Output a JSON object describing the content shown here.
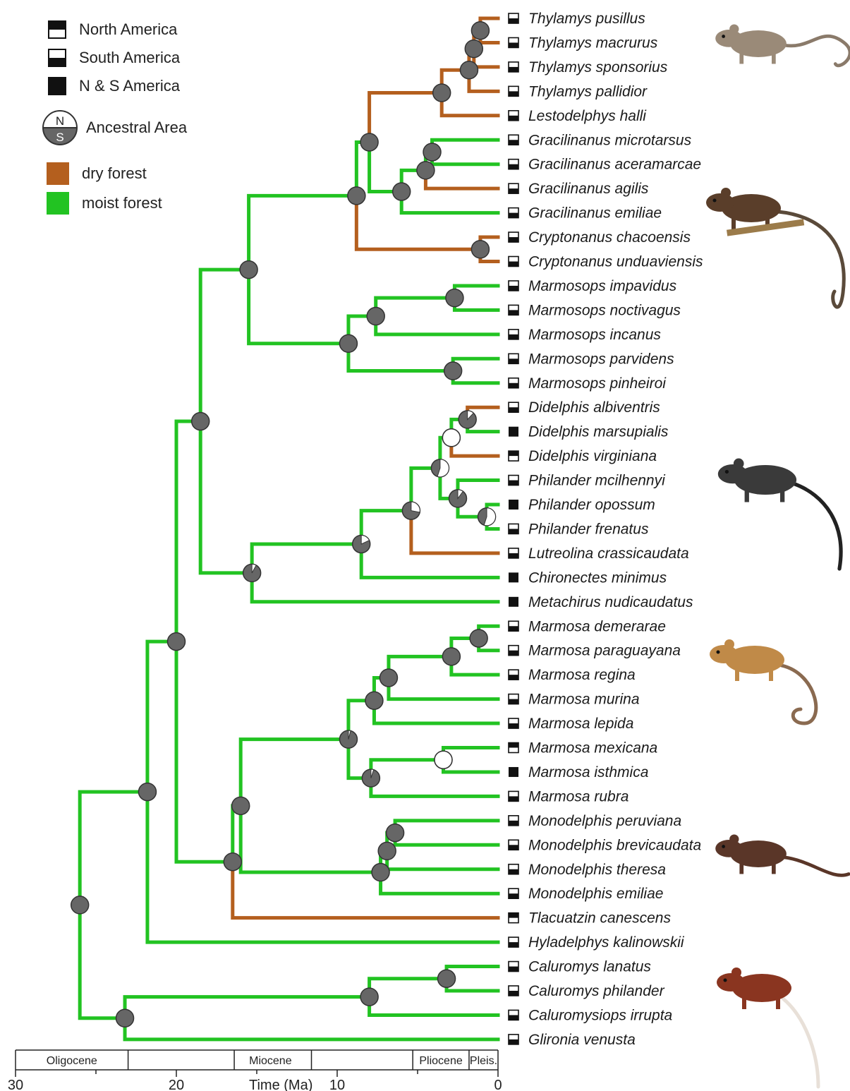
{
  "legend": {
    "areas": [
      {
        "key": "N",
        "label": "North America"
      },
      {
        "key": "S",
        "label": "South America"
      },
      {
        "key": "NS",
        "label": "N & S America"
      }
    ],
    "ancestral": {
      "label": "Ancestral Area",
      "n": "N",
      "s": "S"
    },
    "habitats": [
      {
        "key": "dry",
        "label": "dry forest",
        "color": "#B45F1E"
      },
      {
        "key": "moist",
        "label": "moist forest",
        "color": "#22C322"
      }
    ]
  },
  "taxa": [
    {
      "name": "Thylamys pusillus",
      "area": "S",
      "habitat": "dry"
    },
    {
      "name": "Thylamys macrurus",
      "area": "S",
      "habitat": "dry"
    },
    {
      "name": "Thylamys sponsorius",
      "area": "S",
      "habitat": "dry"
    },
    {
      "name": "Thylamys pallidior",
      "area": "S",
      "habitat": "dry"
    },
    {
      "name": "Lestodelphys halli",
      "area": "S",
      "habitat": "dry"
    },
    {
      "name": "Gracilinanus microtarsus",
      "area": "S",
      "habitat": "moist"
    },
    {
      "name": "Gracilinanus aceramarcae",
      "area": "S",
      "habitat": "moist"
    },
    {
      "name": "Gracilinanus agilis",
      "area": "S",
      "habitat": "dry"
    },
    {
      "name": "Gracilinanus emiliae",
      "area": "S",
      "habitat": "moist"
    },
    {
      "name": "Cryptonanus chacoensis",
      "area": "S",
      "habitat": "dry"
    },
    {
      "name": "Cryptonanus unduaviensis",
      "area": "S",
      "habitat": "dry"
    },
    {
      "name": "Marmosops impavidus",
      "area": "S",
      "habitat": "moist"
    },
    {
      "name": "Marmosops noctivagus",
      "area": "S",
      "habitat": "moist"
    },
    {
      "name": "Marmosops incanus",
      "area": "S",
      "habitat": "moist"
    },
    {
      "name": "Marmosops parvidens",
      "area": "S",
      "habitat": "moist"
    },
    {
      "name": "Marmosops pinheiroi",
      "area": "S",
      "habitat": "moist"
    },
    {
      "name": "Didelphis albiventris",
      "area": "S",
      "habitat": "dry"
    },
    {
      "name": "Didelphis marsupialis",
      "area": "NS",
      "habitat": "moist"
    },
    {
      "name": "Didelphis virginiana",
      "area": "N",
      "habitat": "dry"
    },
    {
      "name": "Philander mcilhennyi",
      "area": "S",
      "habitat": "moist"
    },
    {
      "name": "Philander opossum",
      "area": "NS",
      "habitat": "moist"
    },
    {
      "name": "Philander frenatus",
      "area": "S",
      "habitat": "moist"
    },
    {
      "name": "Lutreolina crassicaudata",
      "area": "S",
      "habitat": "dry"
    },
    {
      "name": "Chironectes minimus",
      "area": "NS",
      "habitat": "moist"
    },
    {
      "name": "Metachirus nudicaudatus",
      "area": "NS",
      "habitat": "moist"
    },
    {
      "name": "Marmosa demerarae",
      "area": "S",
      "habitat": "moist"
    },
    {
      "name": "Marmosa paraguayana",
      "area": "S",
      "habitat": "moist"
    },
    {
      "name": "Marmosa regina",
      "area": "S",
      "habitat": "moist"
    },
    {
      "name": "Marmosa murina",
      "area": "S",
      "habitat": "moist"
    },
    {
      "name": "Marmosa lepida",
      "area": "S",
      "habitat": "moist"
    },
    {
      "name": "Marmosa mexicana",
      "area": "N",
      "habitat": "moist"
    },
    {
      "name": "Marmosa isthmica",
      "area": "NS",
      "habitat": "moist"
    },
    {
      "name": "Marmosa rubra",
      "area": "S",
      "habitat": "moist"
    },
    {
      "name": "Monodelphis peruviana",
      "area": "S",
      "habitat": "moist"
    },
    {
      "name": "Monodelphis brevicaudata",
      "area": "S",
      "habitat": "moist"
    },
    {
      "name": "Monodelphis theresa",
      "area": "S",
      "habitat": "moist"
    },
    {
      "name": "Monodelphis emiliae",
      "area": "S",
      "habitat": "moist"
    },
    {
      "name": "Tlacuatzin canescens",
      "area": "N",
      "habitat": "dry"
    },
    {
      "name": "Hyladelphys kalinowskii",
      "area": "S",
      "habitat": "moist"
    },
    {
      "name": "Caluromys lanatus",
      "area": "S",
      "habitat": "moist"
    },
    {
      "name": "Caluromys philander",
      "area": "S",
      "habitat": "moist"
    },
    {
      "name": "Caluromysiops irrupta",
      "area": "S",
      "habitat": "moist"
    },
    {
      "name": "Glironia venusta",
      "area": "S",
      "habitat": "moist"
    }
  ],
  "tree": {
    "id": "n_root",
    "t": 26,
    "h": "moist",
    "c": [
      {
        "id": "n_main",
        "t": 21.8,
        "h": "moist",
        "c": [
          {
            "id": "n_a",
            "t": 20,
            "h": "moist",
            "c": [
              {
                "id": "n_b",
                "t": 18.5,
                "h": "moist",
                "c": [
                  {
                    "id": "n_c",
                    "t": 15.5,
                    "h": "moist",
                    "c": [
                      {
                        "id": "n_d",
                        "t": 8.8,
                        "h": "moist",
                        "c": [
                          {
                            "id": "n_e",
                            "t": 8,
                            "h": "moist",
                            "c": [
                              {
                                "id": "n_f",
                                "t": 3.5,
                                "h": "dry",
                                "c": [
                                  {
                                    "id": "n_g",
                                    "t": 1.8,
                                    "h": "dry",
                                    "c": [
                                      {
                                        "id": "n_h",
                                        "t": 1.5,
                                        "h": "dry",
                                        "c": [
                                          {
                                            "id": "n_i",
                                            "t": 1.1,
                                            "h": "dry",
                                            "c": [
                                              0,
                                              1
                                            ]
                                          },
                                          2
                                        ]
                                      },
                                      3
                                    ]
                                  },
                                  4
                                ]
                              },
                              {
                                "id": "n_j",
                                "t": 6,
                                "h": "moist",
                                "c": [
                                  {
                                    "id": "n_k",
                                    "t": 4.5,
                                    "h": "moist",
                                    "c": [
                                      {
                                        "id": "n_l",
                                        "t": 4.1,
                                        "h": "moist",
                                        "c": [
                                          5,
                                          6
                                        ]
                                      },
                                      7
                                    ]
                                  },
                                  8
                                ]
                              }
                            ]
                          },
                          {
                            "id": "n_m",
                            "t": 1.1,
                            "h": "dry",
                            "c": [
                              9,
                              10
                            ]
                          }
                        ]
                      },
                      {
                        "id": "n_n",
                        "t": 9.3,
                        "h": "moist",
                        "c": [
                          {
                            "id": "n_o",
                            "t": 7.6,
                            "h": "moist",
                            "c": [
                              {
                                "id": "n_p",
                                "t": 2.7,
                                "h": "moist",
                                "c": [
                                  11,
                                  12
                                ]
                              },
                              13
                            ]
                          },
                          {
                            "id": "n_q",
                            "t": 2.8,
                            "h": "moist",
                            "c": [
                              14,
                              15
                            ]
                          }
                        ]
                      }
                    ]
                  },
                  {
                    "id": "n_r",
                    "t": 15.3,
                    "h": "moist",
                    "c": [
                      {
                        "id": "n_s",
                        "t": 8.5,
                        "h": "moist",
                        "c": [
                          {
                            "id": "n_t",
                            "t": 5.4,
                            "h": "moist",
                            "c": [
                              {
                                "id": "n_u",
                                "t": 3.6,
                                "h": "moist",
                                "c": [
                                  {
                                    "id": "n_v",
                                    "t": 2.9,
                                    "h": "moist",
                                    "c": [
                                      {
                                        "id": "n_w",
                                        "t": 1.9,
                                        "h": "moist",
                                        "c": [
                                          16,
                                          17
                                        ]
                                      },
                                      18
                                    ]
                                  },
                                  {
                                    "id": "n_x",
                                    "t": 2.5,
                                    "h": "moist",
                                    "c": [
                                      19,
                                      {
                                        "id": "n_y",
                                        "t": 0.7,
                                        "h": "moist",
                                        "c": [
                                          20,
                                          21
                                        ]
                                      }
                                    ]
                                  }
                                ]
                              },
                              22
                            ]
                          },
                          23
                        ]
                      },
                      24
                    ]
                  }
                ]
              },
              {
                "id": "n_z",
                "t": 16.5,
                "h": "moist",
                "c": [
                  {
                    "id": "n_aa",
                    "t": 16,
                    "h": "moist",
                    "c": [
                      {
                        "id": "n_bb",
                        "t": 9.3,
                        "h": "moist",
                        "c": [
                          {
                            "id": "n_cc",
                            "t": 7.7,
                            "h": "moist",
                            "c": [
                              {
                                "id": "n_dd",
                                "t": 6.8,
                                "h": "moist",
                                "c": [
                                  {
                                    "id": "n_ee",
                                    "t": 2.9,
                                    "h": "moist",
                                    "c": [
                                      {
                                        "id": "n_ff",
                                        "t": 1.2,
                                        "h": "moist",
                                        "c": [
                                          25,
                                          26
                                        ]
                                      },
                                      27
                                    ]
                                  },
                                  28
                                ]
                              },
                              29
                            ]
                          },
                          {
                            "id": "n_gg",
                            "t": 7.9,
                            "h": "moist",
                            "c": [
                              {
                                "id": "n_hh",
                                "t": 3.4,
                                "h": "moist",
                                "c": [
                                  30,
                                  31
                                ]
                              },
                              32
                            ]
                          }
                        ]
                      },
                      {
                        "id": "n_ii",
                        "t": 7.3,
                        "h": "moist",
                        "c": [
                          {
                            "id": "n_jj",
                            "t": 6.9,
                            "h": "moist",
                            "c": [
                              {
                                "id": "n_kk",
                                "t": 6.4,
                                "h": "moist",
                                "c": [
                                  33,
                                  34
                                ]
                              },
                              35
                            ]
                          },
                          36
                        ]
                      }
                    ]
                  },
                  37
                ]
              }
            ]
          },
          38
        ]
      },
      {
        "id": "n_ll",
        "t": 23.2,
        "h": "moist",
        "c": [
          {
            "id": "n_mm",
            "t": 8,
            "h": "moist",
            "c": [
              {
                "id": "n_nn",
                "t": 3.2,
                "h": "moist",
                "c": [
                  39,
                  40
                ]
              },
              41
            ]
          },
          42
        ]
      }
    ]
  },
  "pies": {
    "n_w": 0.12,
    "n_v": 1.0,
    "n_u": 0.55,
    "n_t": 0.28,
    "n_s": 0.18,
    "n_r": 0.08,
    "n_y": 0.55,
    "n_x": 0.1,
    "n_hh": 1.0,
    "n_gg": 0.05,
    "n_bb": 0.04
  },
  "timescale": {
    "title": "Time (Ma)",
    "ticks": [
      "30",
      "20",
      "10",
      "0"
    ],
    "tick_values": [
      30,
      20,
      10,
      0
    ],
    "epochs": [
      {
        "name": "Oligocene",
        "from": 30,
        "to": 23
      },
      {
        "name": "Miocene",
        "from": 23,
        "to": 5.3
      },
      {
        "name": "Pliocene",
        "from": 5.3,
        "to": 1.8
      },
      {
        "name": "Pleis.",
        "from": 1.8,
        "to": 0
      }
    ],
    "miocene_subdivisions": [
      16.4,
      11.6
    ]
  },
  "illustrations": [
    {
      "name": "thylamys-illustration",
      "row": 1
    },
    {
      "name": "gracilinanus-illustration",
      "row": 8
    },
    {
      "name": "philander-illustration",
      "row": 19
    },
    {
      "name": "marmosa-illustration",
      "row": 26
    },
    {
      "name": "monodelphis-illustration",
      "row": 35
    },
    {
      "name": "caluromys-illustration",
      "row": 40
    }
  ]
}
